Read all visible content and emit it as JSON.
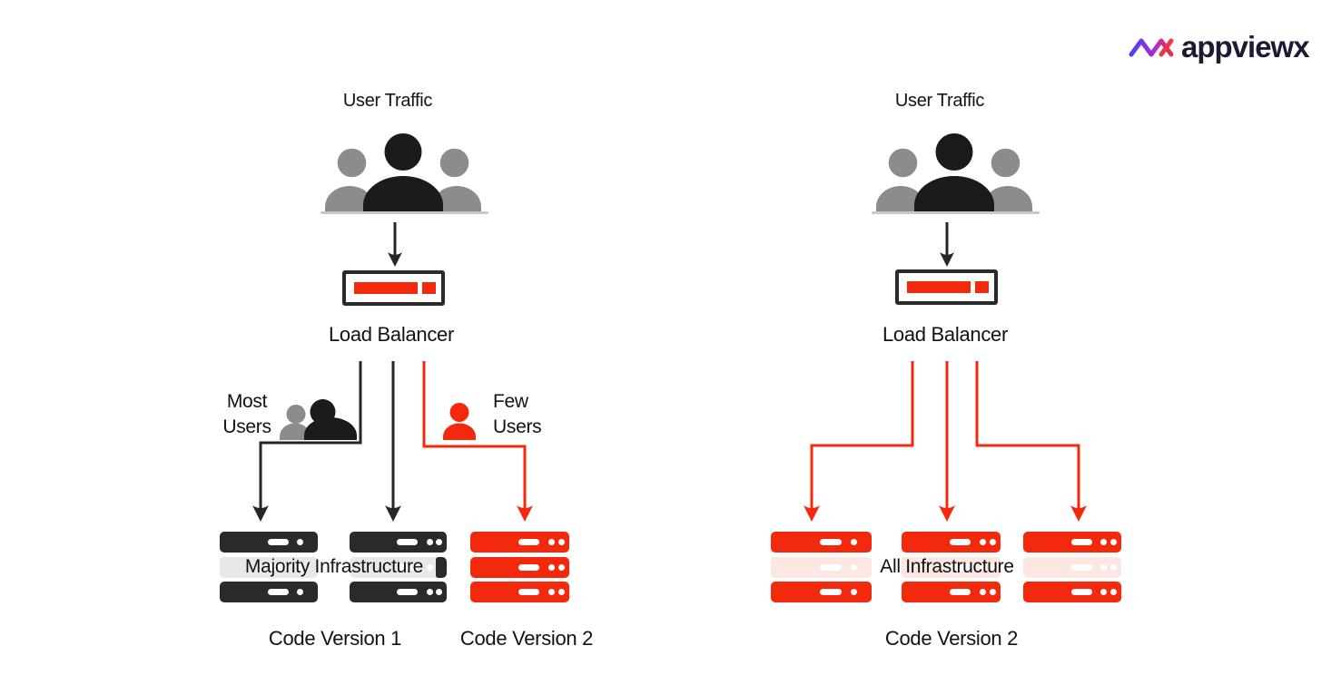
{
  "colors": {
    "red": "#f3290d",
    "dark": "#2a2a2a",
    "gray": "#8c8c8c",
    "black_person": "#1b1b1b",
    "faded_gray": "#e8e8e8",
    "faded_pink": "#fce7e2",
    "line_black": "#262626",
    "logo_text": "#1b1b36",
    "logo_gradient": [
      "#4f3ff0",
      "#a32ed8",
      "#ee2e4e"
    ]
  },
  "logo": {
    "brand": "appviewx",
    "mark": "wave-x-logo-mark"
  },
  "left": {
    "user_traffic": "User Traffic",
    "load_balancer": "Load Balancer",
    "most_users": {
      "line1": "Most",
      "line2": "Users"
    },
    "few_users": {
      "line1": "Few",
      "line2": "Users"
    },
    "infrastructure_label": "Majority Infrastructure",
    "code_version_1": "Code Version 1",
    "code_version_2": "Code Version 2",
    "stacks": [
      {
        "variant": "dark",
        "rows": [
          {
            "faded": false,
            "dots": 1
          },
          {
            "faded": true,
            "dots": 1
          },
          {
            "faded": false,
            "dots": 1
          }
        ]
      },
      {
        "variant": "dark",
        "rows": [
          {
            "faded": false,
            "dots": 2
          },
          {
            "faded": true,
            "dots": 1,
            "cap": true
          },
          {
            "faded": false,
            "dots": 2
          }
        ]
      },
      {
        "variant": "red",
        "rows": [
          {
            "faded": false,
            "dots": 2
          },
          {
            "faded": false,
            "dots": 2
          },
          {
            "faded": false,
            "dots": 2
          }
        ]
      }
    ]
  },
  "right": {
    "user_traffic": "User Traffic",
    "load_balancer": "Load Balancer",
    "infrastructure_label": "All Infrastructure",
    "code_version_2": "Code Version 2",
    "stacks": [
      {
        "variant": "red",
        "rows": [
          {
            "faded": false,
            "dots": 1
          },
          {
            "faded": true,
            "dots": 1
          },
          {
            "faded": false,
            "dots": 1
          }
        ]
      },
      {
        "variant": "red",
        "rows": [
          {
            "faded": false,
            "dots": 2
          },
          {
            "faded": true,
            "dots": 2
          },
          {
            "faded": false,
            "dots": 2
          }
        ]
      },
      {
        "variant": "red",
        "rows": [
          {
            "faded": false,
            "dots": 2
          },
          {
            "faded": true,
            "dots": 2
          },
          {
            "faded": false,
            "dots": 2
          }
        ]
      }
    ]
  }
}
